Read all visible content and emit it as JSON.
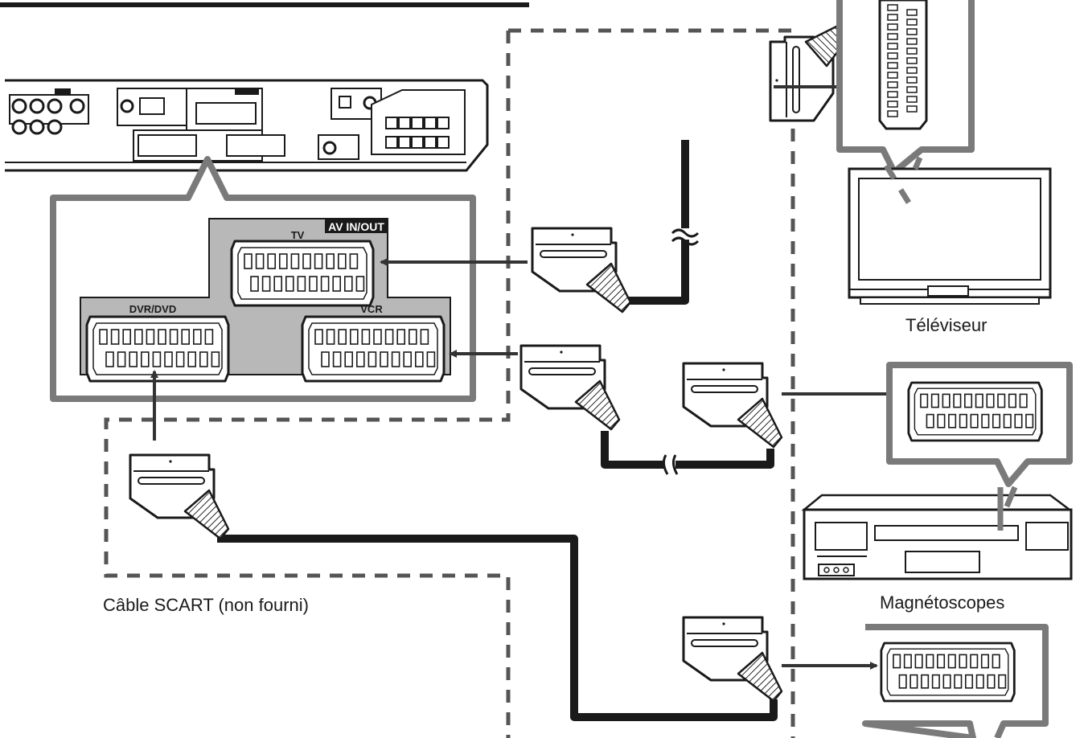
{
  "panel": {
    "section_label": "AV IN/OUT",
    "tv_label": "TV",
    "dvr_label": "DVR/DVD",
    "vcr_label": "VCR"
  },
  "captions": {
    "tv": "Téléviseur",
    "vcr": "Magnétoscopes",
    "cable": "Câble SCART (non fourni)"
  },
  "colors": {
    "line": "#1a1a1a",
    "panel_gray": "#b8b8b8",
    "callout_border": "#7a7a7a",
    "dash": "#555555"
  }
}
